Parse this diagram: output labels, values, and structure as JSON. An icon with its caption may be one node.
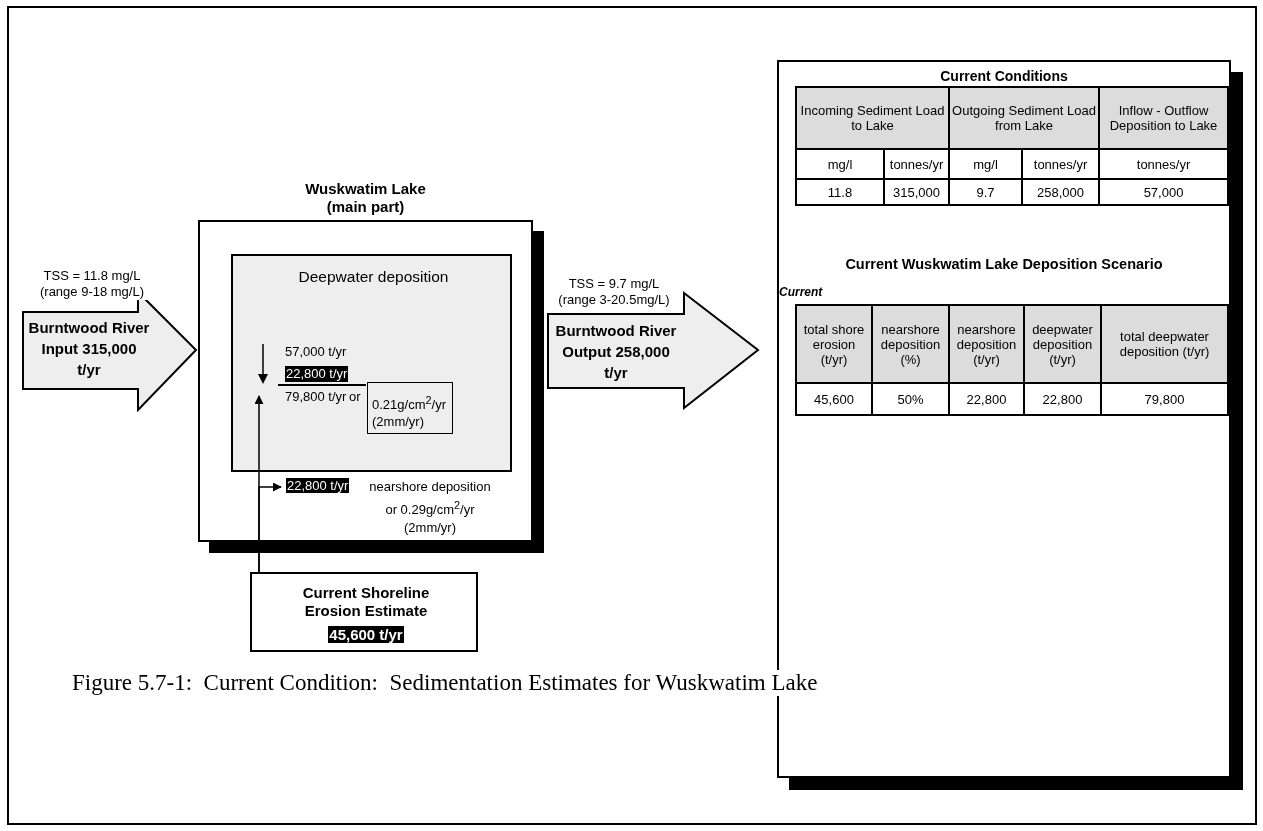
{
  "diagram": {
    "caption": "Figure 5.7-1:  Current Condition:  Sedimentation Estimates for Wuskwatim Lake",
    "nodes": [
      {
        "text": [
          "Burntwood River Input 315,000 t/yr"
        ],
        "beside": [
          "TSS = 11.8 mg/L (range 9-18 mg/L)"
        ]
      },
      {
        "text": [
          "Wuskwatim Lake (main part)"
        ]
      },
      {
        "text": [
          "Deepwater deposition",
          "57,000 t/yr",
          "79,800 t/yr",
          "or"
        ],
        "in": 1
      },
      {
        "text": [
          "22,800 t/yr"
        ],
        "in": 2
      },
      {
        "text": [
          "0.21g/cm$^{2}$/yr (2mm/yr)"
        ],
        "in": 2
      },
      {
        "text": [
          "22,800 t/yr",
          "nearshore deposition or 0.29g/cm$^{2}$/yr (2mm/yr)"
        ],
        "in": 1
      },
      {
        "text": [
          "Burntwood River Output 258,000 t/yr"
        ],
        "beside": [
          "TSS = 9.7 mg/L (range 3-20.5mg/L)"
        ]
      },
      {
        "text": [
          "Current Shoreline Erosion Estimate",
          "45,600 t/yr"
        ]
      },
      {
        "text": [
          "Current Conditions",
          "Current Wuskwatim Lake Deposition Scenario",
          "Current"
        ]
      }
    ],
    "edges": [
      {
        "from": 7,
        "to": 2,
        "arrow": "to"
      },
      {
        "from": 7,
        "to": 5,
        "arrow": "to"
      }
    ],
    "labels": [
      "Incoming Sediment Load to Lake",
      "Outgoing Sediment Load from Lake",
      "Inflow - Outflow Deposition to Lake",
      "mg/l",
      "tonnes/yr",
      "mg/l",
      "tonnes/yr",
      "tonnes/yr",
      "11.8",
      "315,000",
      "9.7",
      "258,000",
      "57,000",
      "total shore erosion (t/yr)",
      "nearshore deposition (%)",
      "nearshore deposition (t/yr)",
      "deepwater deposition (t/yr)",
      "total deepwater deposition (t/yr)",
      "45,600",
      "50%",
      "22,800",
      "22,800",
      "79,800"
    ]
  }
}
